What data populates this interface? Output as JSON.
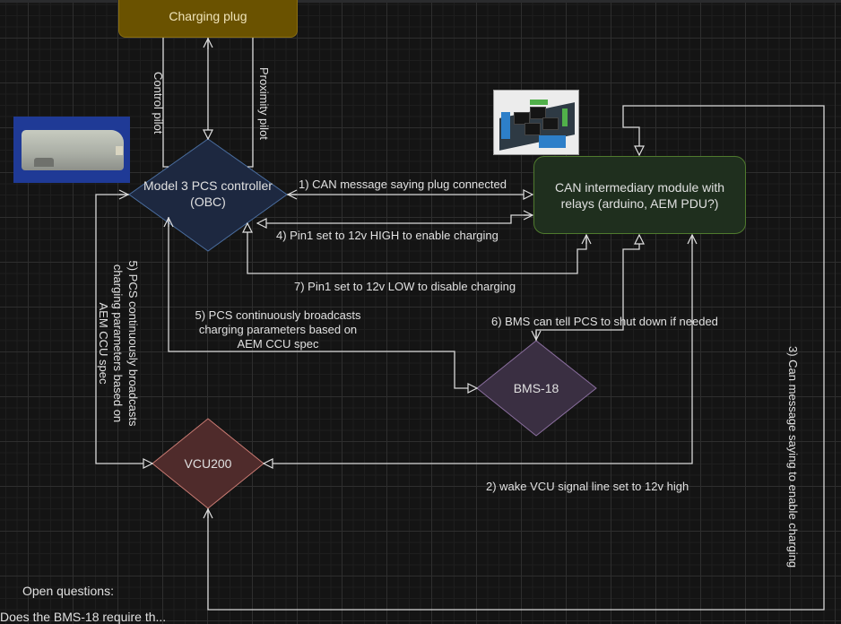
{
  "diagram": {
    "nodes": {
      "charging_plug": "Charging plug",
      "pcs_controller": [
        "Model 3 PCS controller",
        "(OBC)"
      ],
      "can_module": [
        "CAN intermediary module with",
        "relays (arduino, AEM PDU?)"
      ],
      "bms": "BMS-18",
      "vcu": "VCU200"
    },
    "edge_labels": {
      "control_pilot": "Control pilot",
      "proximity_pilot": "Proximity pilot",
      "step1": "1) CAN message saying plug connected",
      "step2": "2) wake VCU signal line set to 12v high",
      "step3": "3) Can message saying to enable charging",
      "step4": "4) Pin1 set to 12v HIGH to enable charging",
      "step5_bms": [
        "5) PCS continuously broadcasts",
        "charging parameters based on",
        "AEM CCU spec"
      ],
      "step5_vcu": [
        "5) PCS continuously broadcasts",
        "charging parameters based on",
        "AEM CCU spec"
      ],
      "step6": "6) BMS can tell PCS to shut down if needed",
      "step7": "7) Pin1 set to 12v LOW to disable charging"
    },
    "images": {
      "pcs_photo": "pcs-unit-photo",
      "relay_photo": "relay-shield-photo"
    },
    "notes": {
      "heading": "Open questions:",
      "line1": "Does the BMS-18 require th..."
    },
    "colors": {
      "background": "#141414",
      "plug_fill": "#6a5200",
      "pcs_fill": "#1d2840",
      "pcs_stroke": "#4a6d9e",
      "can_fill": "#1f2f1e",
      "can_stroke": "#4f7a2e",
      "bms_fill": "#3a2f42",
      "bms_stroke": "#8a6e9e",
      "vcu_fill": "#4f2b2b",
      "vcu_stroke": "#c87a72",
      "edge": "#d8d8d8"
    }
  }
}
